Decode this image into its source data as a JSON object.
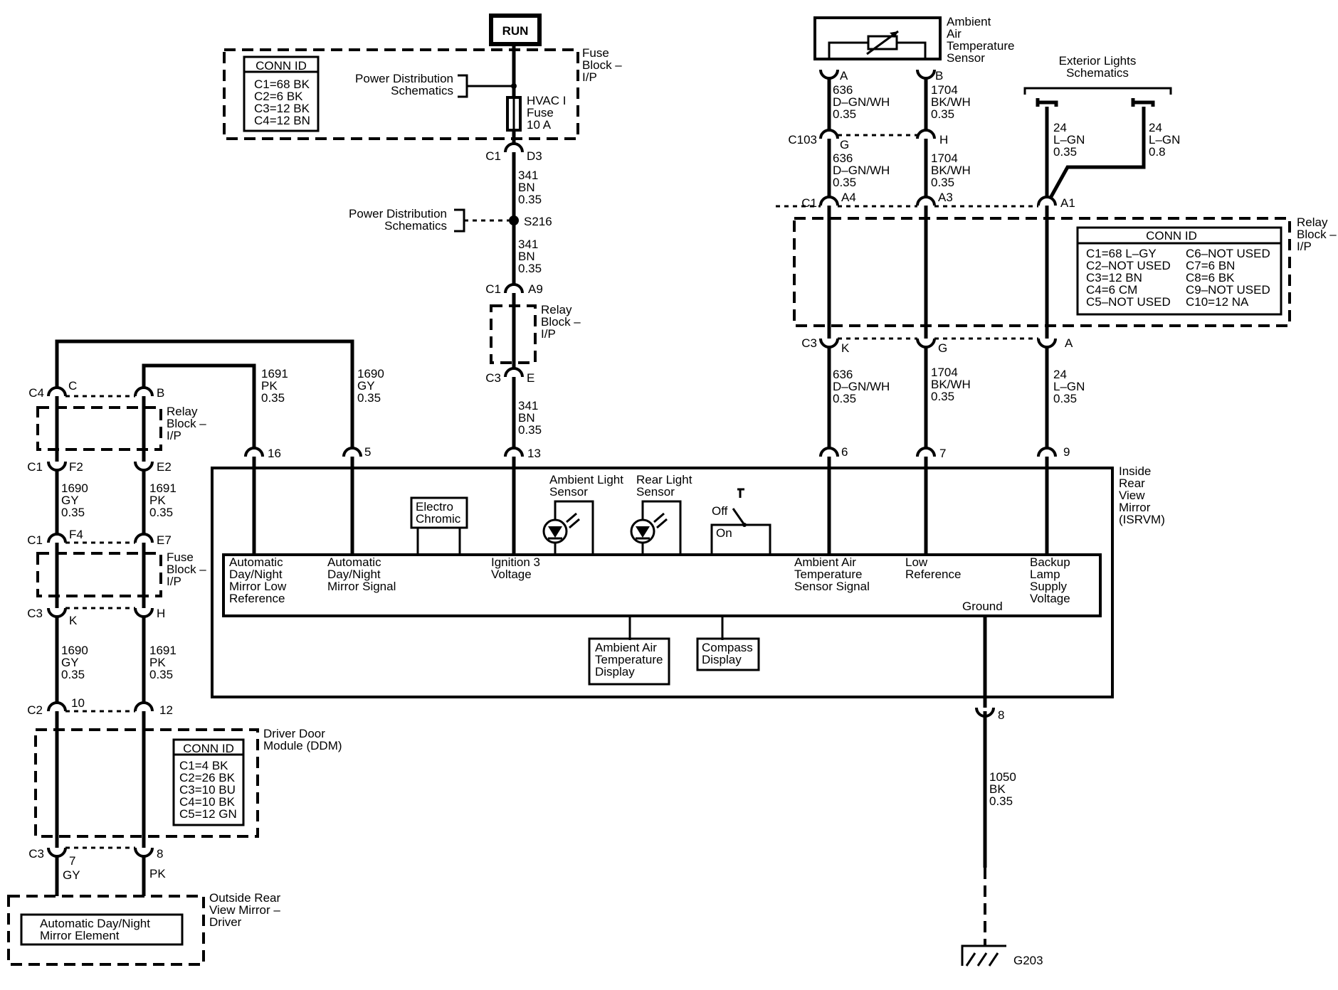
{
  "labels": {
    "run": "RUN",
    "fuse_block_top": [
      "Fuse",
      "Block –",
      "I/P"
    ],
    "conn_id_fuse": [
      "CONN ID",
      "C1=68 BK",
      "C2=6 BK",
      "C3=12 BK",
      "C4=12 BN"
    ],
    "power_dist_1": [
      "Power Distribution",
      "Schematics"
    ],
    "power_dist_2": [
      "Power Distribution",
      "Schematics"
    ],
    "hvac_fuse": [
      "HVAC I",
      "Fuse",
      "10 A"
    ],
    "c1_d3": [
      "C1",
      "D3"
    ],
    "wire_341_a": [
      "341",
      "BN",
      "0.35"
    ],
    "splice_s216": "S216",
    "wire_341_b": [
      "341",
      "BN",
      "0.35"
    ],
    "c1_a9": [
      "C1",
      "A9"
    ],
    "relay_block_mid": [
      "Relay",
      "Block –",
      "I/P"
    ],
    "c3_e": [
      "C3",
      "E"
    ],
    "wire_341_c": [
      "341",
      "BN",
      "0.35"
    ],
    "ambient_sensor": [
      "Ambient",
      "Air",
      "Temperature",
      "Sensor"
    ],
    "sensor_pins": [
      "A",
      "B"
    ],
    "wire_636_a": [
      "636",
      "D–GN/WH",
      "0.35"
    ],
    "wire_1704_a": [
      "1704",
      "BK/WH",
      "0.35"
    ],
    "c103": [
      "C103",
      "G",
      "H"
    ],
    "wire_636_b": [
      "636",
      "D–GN/WH",
      "0.35"
    ],
    "wire_1704_b": [
      "1704",
      "BK/WH",
      "0.35"
    ],
    "exterior_lights": [
      "Exterior Lights",
      "Schematics"
    ],
    "wire_24_a": [
      "24",
      "L–GN",
      "0.35"
    ],
    "wire_24_b": [
      "24",
      "L–GN",
      "0.8"
    ],
    "c1_row": [
      "C1",
      "A4",
      "A3",
      "A1"
    ],
    "relay_block_right": [
      "Relay",
      "Block –",
      "I/P"
    ],
    "conn_id_relay": {
      "title": "CONN ID",
      "left": [
        "C1=68 L–GY",
        "C2–NOT USED",
        "C3=12 BN",
        "C4=6 CM",
        "C5–NOT USED"
      ],
      "right": [
        "C6–NOT USED",
        "C7=6 BN",
        "C8=6 BK",
        "C9–NOT USED",
        "C10=12 NA"
      ]
    },
    "c3_row": [
      "C3",
      "K",
      "G",
      "A"
    ],
    "wire_636_c": [
      "636",
      "D–GN/WH",
      "0.35"
    ],
    "wire_1704_c": [
      "1704",
      "BK/WH",
      "0.35"
    ],
    "wire_24_c": [
      "24",
      "L–GN",
      "0.35"
    ],
    "mirror_pins": [
      "16",
      "5",
      "13",
      "6",
      "7",
      "9"
    ],
    "left_c4": [
      "C4",
      "C",
      "B"
    ],
    "wire_1691_top": [
      "1691",
      "PK",
      "0.35"
    ],
    "wire_1690_top": [
      "1690",
      "GY",
      "0.35"
    ],
    "relay_block_left": [
      "Relay",
      "Block –",
      "I/P"
    ],
    "left_c1_a": [
      "C1",
      "F2",
      "E2"
    ],
    "wire_1690_a": [
      "1690",
      "GY",
      "0.35"
    ],
    "wire_1691_a": [
      "1691",
      "PK",
      "0.35"
    ],
    "left_c1_b": [
      "C1",
      "F4",
      "E7"
    ],
    "fuse_block_left": [
      "Fuse",
      "Block –",
      "I/P"
    ],
    "left_c3": [
      "C3",
      "K",
      "H"
    ],
    "wire_1690_b": [
      "1690",
      "GY",
      "0.35"
    ],
    "wire_1691_b": [
      "1691",
      "PK",
      "0.35"
    ],
    "left_c2": [
      "C2",
      "10",
      "12"
    ],
    "driver_door": [
      "Driver Door",
      "Module (DDM)"
    ],
    "conn_id_ddm": [
      "CONN ID",
      "C1=4 BK",
      "C2=26 BK",
      "C3=10 BU",
      "C4=10 BK",
      "C5=12 GN"
    ],
    "left_c3_b": [
      "C3",
      "7",
      "8"
    ],
    "gy_pk": [
      "GY",
      "PK"
    ],
    "outside_mirror": [
      "Outside Rear",
      "View Mirror –",
      "Driver"
    ],
    "mirror_element": [
      "Automatic Day/Night",
      "Mirror Element"
    ],
    "isrvm": [
      "Inside",
      "Rear",
      "View",
      "Mirror",
      "(ISRVM)"
    ],
    "electro": [
      "Electro",
      "Chromic"
    ],
    "ambient_light": [
      "Ambient Light",
      "Sensor"
    ],
    "rear_light": [
      "Rear Light",
      "Sensor"
    ],
    "off_on": [
      "Off",
      "On"
    ],
    "func_adnm_low": [
      "Automatic",
      "Day/Night",
      "Mirror Low",
      "Reference"
    ],
    "func_adnm_sig": [
      "Automatic",
      "Day/Night",
      "Mirror Signal"
    ],
    "func_ign": [
      "Ignition 3",
      "Voltage"
    ],
    "func_aat": [
      "Ambient Air",
      "Temperature",
      "Sensor Signal"
    ],
    "func_low": [
      "Low",
      "Reference"
    ],
    "func_backup": [
      "Backup",
      "Lamp",
      "Supply",
      "Voltage"
    ],
    "ground": "Ground",
    "aat_display": [
      "Ambient Air",
      "Temperature",
      "Display"
    ],
    "compass": [
      "Compass",
      "Display"
    ],
    "pin_8": "8",
    "wire_1050": [
      "1050",
      "BK",
      "0.35"
    ],
    "g203": "G203"
  }
}
